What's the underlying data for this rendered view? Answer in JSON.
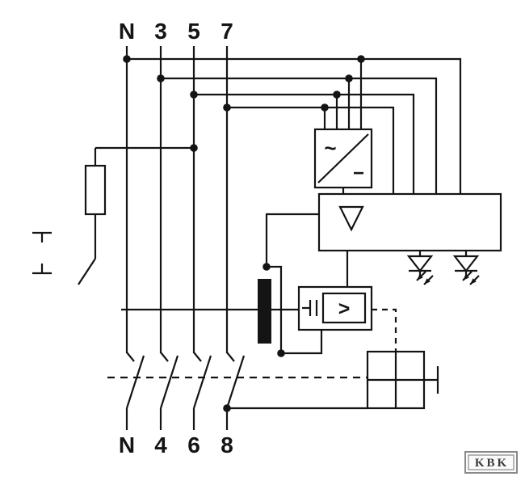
{
  "terminals": {
    "top": [
      "N",
      "3",
      "5",
      "7"
    ],
    "bottom": [
      "N",
      "4",
      "6",
      "8"
    ]
  },
  "blocks": {
    "rectifier": {
      "ac_symbol": "~",
      "dc_symbol": "−"
    },
    "trip_relay": {
      "threshold_symbol": ">"
    }
  },
  "logo": {
    "text": "KBK"
  },
  "colors": {
    "line": "#141414",
    "background": "#ffffff",
    "logo_frame": "#8a8a8a",
    "logo_text": "#3a3a3a"
  }
}
